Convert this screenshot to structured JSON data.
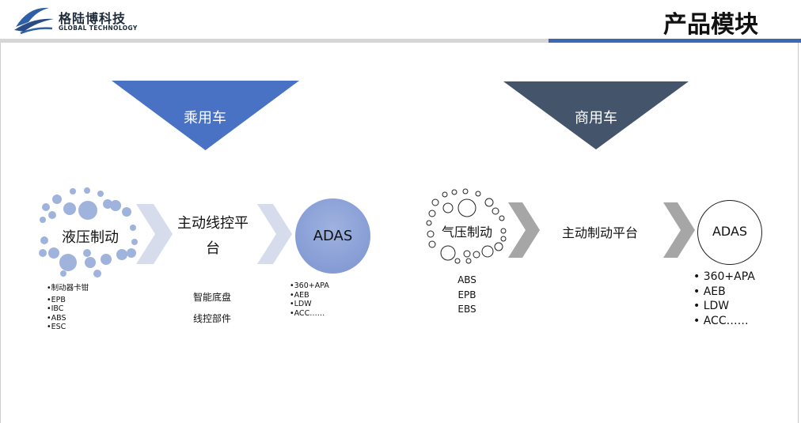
{
  "header": {
    "company_cn": "格陆博科技",
    "company_en": "GLOBAL TECHNOLOGY",
    "title": "产品模块"
  },
  "colors": {
    "passenger_triangle": "#4a72c4",
    "commercial_triangle": "#44546a",
    "passenger_bubble": "#9fb3dd",
    "adas_passenger_fill": "#8ea3d8",
    "accent_rule": "#3f67b2",
    "chevron_light": "#d7dcec",
    "chevron_dark": "#a6a6a6"
  },
  "passenger": {
    "category": "乘用车",
    "hydraulic": {
      "label": "液压制动",
      "items": [
        "•制动器卡钳",
        "•EPB",
        "•IBC",
        "•ABS",
        "•ESC"
      ]
    },
    "wire_control": {
      "label_line1": "主动线控平",
      "label_line2": "台",
      "items": [
        "智能底盘",
        "线控部件"
      ]
    },
    "adas": {
      "label": "ADAS",
      "items": [
        "•360+APA",
        "•AEB",
        "•LDW",
        "•ACC……"
      ]
    }
  },
  "commercial": {
    "category": "商用车",
    "pneumatic": {
      "label": "气压制动",
      "items": [
        "ABS",
        "EPB",
        "EBS"
      ]
    },
    "platform": {
      "label": "主动制动平台"
    },
    "adas": {
      "label": "ADAS",
      "items": [
        "• 360+APA",
        "• AEB",
        "• LDW",
        "• ACC……"
      ]
    }
  }
}
